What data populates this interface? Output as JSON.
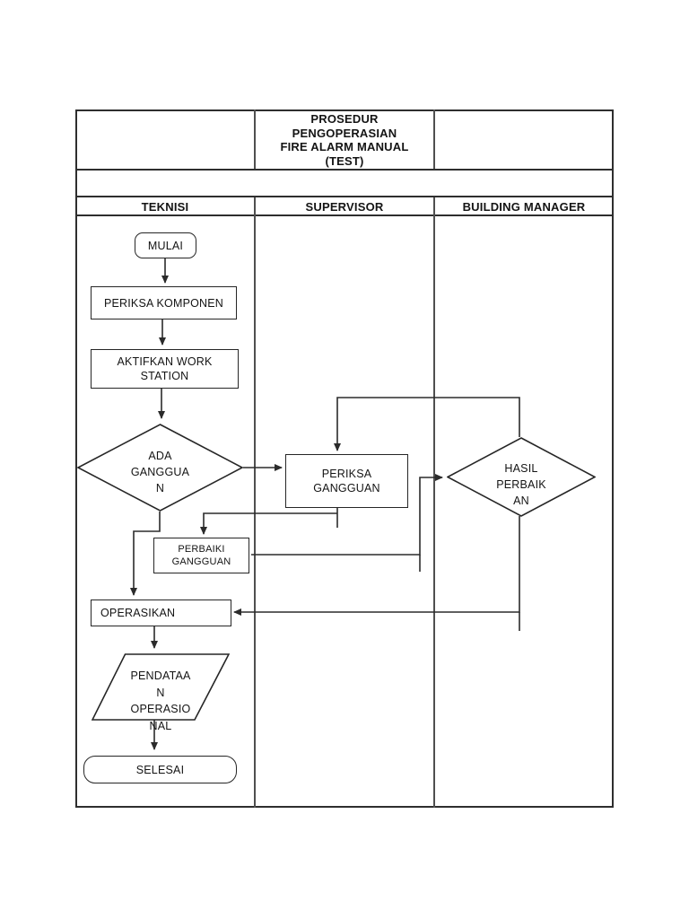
{
  "document": {
    "title_lines": [
      "PROSEDUR",
      "PENGOPERASIAN",
      "FIRE ALARM MANUAL",
      "(TEST)"
    ],
    "lanes": [
      {
        "label": "TEKNISI"
      },
      {
        "label": "SUPERVISOR"
      },
      {
        "label": "BUILDING MANAGER"
      }
    ]
  },
  "flowchart": {
    "nodes": {
      "mulai": {
        "type": "terminator",
        "label": "MULAI",
        "lane": "TEKNISI"
      },
      "periksa_komponen": {
        "type": "process",
        "label": "PERIKSA KOMPONEN",
        "lane": "TEKNISI"
      },
      "aktifkan_work_station": {
        "type": "process",
        "lines": [
          "AKTIFKAN WORK",
          "STATION"
        ],
        "lane": "TEKNISI"
      },
      "ada_gangguan": {
        "type": "decision",
        "lines": [
          "ADA",
          "GANGGUA",
          "N"
        ],
        "lane": "TEKNISI"
      },
      "periksa_gangguan": {
        "type": "process",
        "lines": [
          "PERIKSA",
          "GANGGUAN"
        ],
        "lane": "SUPERVISOR"
      },
      "hasil_perbaikan": {
        "type": "decision",
        "lines": [
          "HASIL",
          "PERBAIK",
          "AN"
        ],
        "lane": "BUILDING MANAGER"
      },
      "perbaiki_gangguan": {
        "type": "process",
        "lines": [
          "PERBAIKI",
          "GANGGUAN"
        ],
        "lane": "TEKNISI"
      },
      "operasikan": {
        "type": "process",
        "label": "OPERASIKAN",
        "lane": "TEKNISI"
      },
      "pendataan_operasional": {
        "type": "data",
        "lines": [
          "PENDATAA",
          "N",
          "OPERASIO",
          "NAL"
        ],
        "lane": "TEKNISI"
      },
      "selesai": {
        "type": "terminator",
        "label": "SELESAI",
        "lane": "TEKNISI"
      }
    },
    "edges": [
      {
        "from": "mulai",
        "to": "periksa_komponen"
      },
      {
        "from": "periksa_komponen",
        "to": "aktifkan_work_station"
      },
      {
        "from": "aktifkan_work_station",
        "to": "ada_gangguan"
      },
      {
        "from": "ada_gangguan",
        "to": "periksa_gangguan"
      },
      {
        "from": "ada_gangguan",
        "to": "operasikan"
      },
      {
        "from": "periksa_gangguan",
        "to": "perbaiki_gangguan"
      },
      {
        "from": "perbaiki_gangguan",
        "to": "hasil_perbaikan"
      },
      {
        "from": "hasil_perbaikan",
        "to": "periksa_gangguan"
      },
      {
        "from": "hasil_perbaikan",
        "to": "operasikan"
      },
      {
        "from": "operasikan",
        "to": "pendataan_operasional"
      },
      {
        "from": "pendataan_operasional",
        "to": "selesai"
      }
    ],
    "colors": {
      "background": "#ffffff",
      "text": "#141414",
      "shape_border": "#262626",
      "connector": "#2b2b2b",
      "table_border": "#2e2e2e",
      "lane_divider": "#4f4f4f"
    }
  }
}
